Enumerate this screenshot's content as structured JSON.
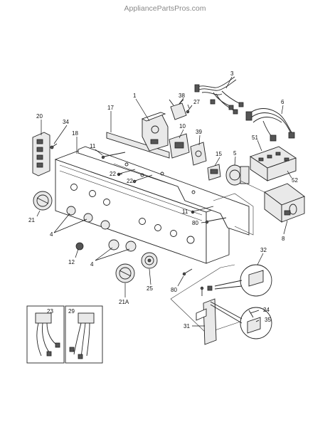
{
  "watermark": "AppliancePartsPros.com",
  "callouts": {
    "p1": "1",
    "p3": "3",
    "p4a": "4",
    "p4b": "4",
    "p5": "5",
    "p6": "6",
    "p8": "8",
    "p10": "10",
    "p11a": "11",
    "p11b": "11",
    "p12": "12",
    "p15": "15",
    "p17": "17",
    "p18": "18",
    "p20": "20",
    "p21": "21",
    "p21a": "21A",
    "p22a": "22",
    "p22b": "22",
    "p23": "23",
    "p24": "24",
    "p25": "25",
    "p27": "27",
    "p29": "29",
    "p31": "31",
    "p32": "32",
    "p34": "34",
    "p35": "35",
    "p38": "38",
    "p39": "39",
    "p51": "51",
    "p52": "52",
    "p80a": "80",
    "p80b": "80"
  }
}
